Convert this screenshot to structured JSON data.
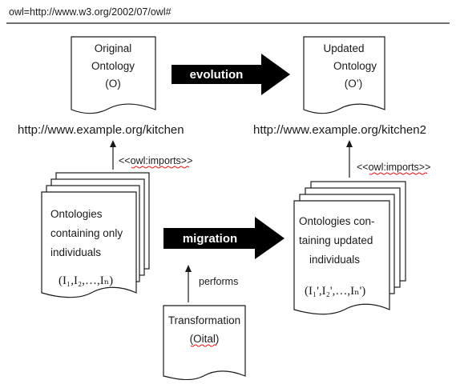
{
  "header": {
    "namespace": "owl=http://www.w3.org/2002/07/owl#"
  },
  "original_ontology": {
    "line1": "Original",
    "line2": "Ontology",
    "line3": "(O)"
  },
  "updated_ontology": {
    "line1": "Updated",
    "line2": "Ontology",
    "line3": "(O’)"
  },
  "evolution_label": "evolution",
  "migration_label": "migration",
  "url_left": "http://www.example.org/kitchen",
  "url_right": "http://www.example.org/kitchen2",
  "imports_left": "<<owl:imports>>",
  "imports_right": "<<owl:imports>>",
  "individuals_left": {
    "line1": "Ontologies",
    "line2": "containing only",
    "line3": "individuals",
    "formula": "(I₁,I₂,…,Iₙ)"
  },
  "individuals_right": {
    "line1": "Ontologies con-",
    "line2": "taining updated",
    "line3": "individuals",
    "formula": "(I₁',I₂',…,Iₙ')"
  },
  "performs_label": "performs",
  "transformation": {
    "line1": "Transformation",
    "line2": "(Oital)"
  }
}
